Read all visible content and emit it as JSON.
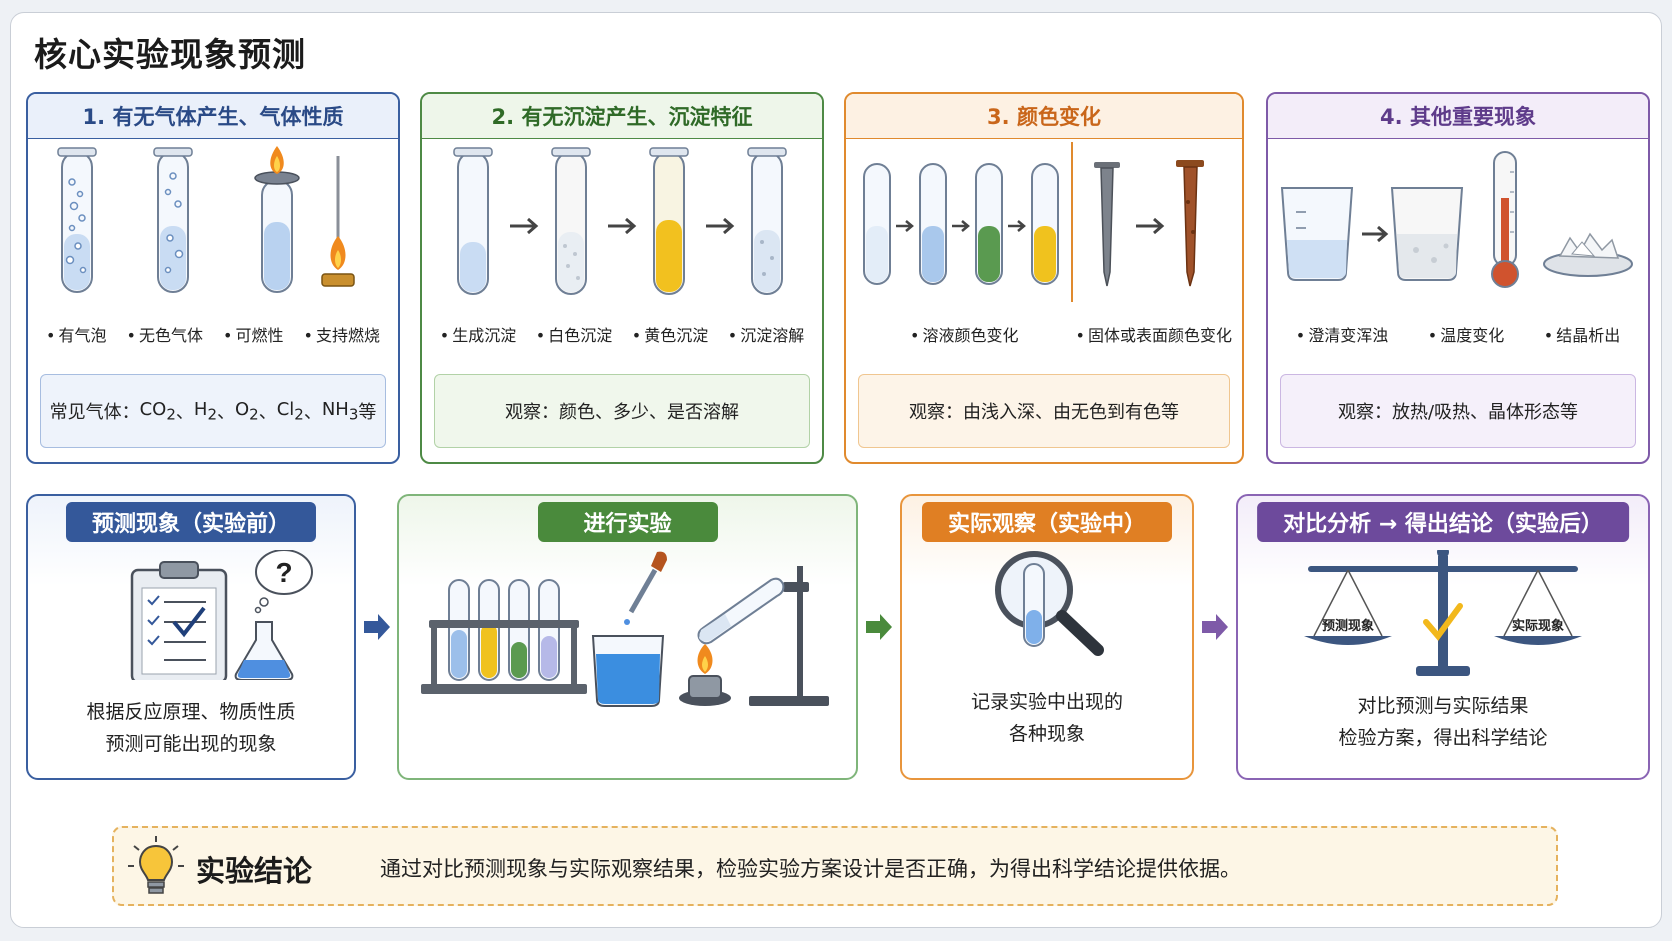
{
  "page_title": "核心实验现象预测",
  "cards": [
    {
      "title": "1. 有无气体产生、气体性质",
      "labels": [
        "有气泡",
        "无色气体",
        "可燃性",
        "支持燃烧"
      ],
      "note_prefix": "常见气体：",
      "gases": [
        {
          "base": "CO",
          "sub": "2"
        },
        {
          "base": "H",
          "sub": "2"
        },
        {
          "base": "O",
          "sub": "2"
        },
        {
          "base": "Cl",
          "sub": "2"
        },
        {
          "base": "NH",
          "sub": "3"
        }
      ],
      "gas_separator": "、",
      "note_suffix": "等"
    },
    {
      "title": "2. 有无沉淀产生、沉淀特征",
      "labels": [
        "生成沉淀",
        "白色沉淀",
        "黄色沉淀",
        "沉淀溶解"
      ],
      "note": "观察：颜色、多少、是否溶解"
    },
    {
      "title": "3. 颜色变化",
      "labels": [
        "溶液颜色变化",
        "固体或表面颜色变化"
      ],
      "note": "观察：由浅入深、由无色到有色等"
    },
    {
      "title": "4. 其他重要现象",
      "labels": [
        "澄清变浑浊",
        "温度变化",
        "结晶析出"
      ],
      "note": "观察：放热/吸热、晶体形态等"
    }
  ],
  "steps": [
    {
      "title": "预测现象（实验前）",
      "lines": [
        "根据反应原理、物质性质",
        "预测可能出现的现象"
      ],
      "bubble_symbol": "?"
    },
    {
      "title": "进行实验",
      "lines": []
    },
    {
      "title": "实际观察（实验中）",
      "lines": [
        "记录实验中出现的",
        "各种现象"
      ]
    },
    {
      "title": "对比分析 → 得出结论（实验后）",
      "lines": [
        "对比预测与实际结果",
        "检验方案，得出科学结论"
      ],
      "scale_left": "预测现象",
      "scale_right": "实际现象"
    }
  ],
  "conclusion": {
    "title": "实验结论",
    "text": "通过对比预测现象与实际观察结果，检验实验方案设计是否正确，为得出科学结论提供依据。"
  },
  "colors": {
    "blue": "#3a5fa0",
    "green": "#4e8a45",
    "orange": "#e08a2e",
    "purple": "#7e5aa8"
  }
}
